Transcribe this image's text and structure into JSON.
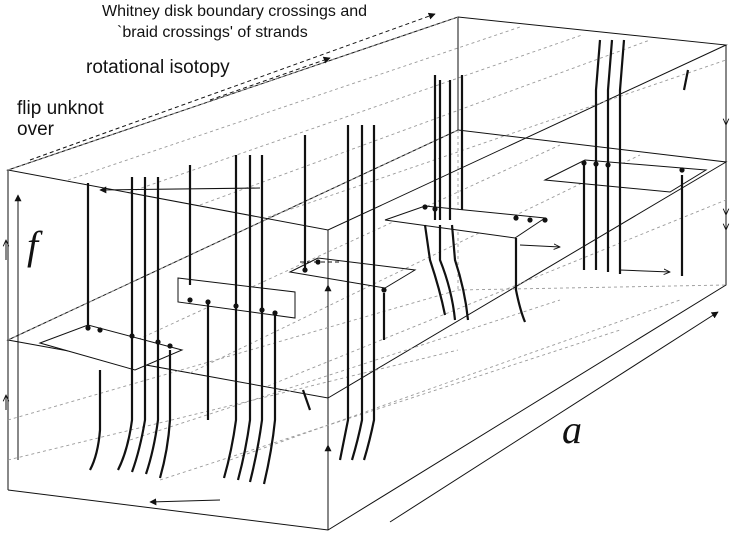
{
  "labels": {
    "whitney_line1": "Whitney disk boundary crossings and",
    "whitney_line2": "`braid crossings' of strands",
    "rotational": "rotational isotopy",
    "flip_line1": "flip unknot",
    "flip_line2": "over",
    "f": "f",
    "a": "a"
  },
  "colors": {
    "ink": "#111111",
    "dashed": "#9a9a9a"
  }
}
